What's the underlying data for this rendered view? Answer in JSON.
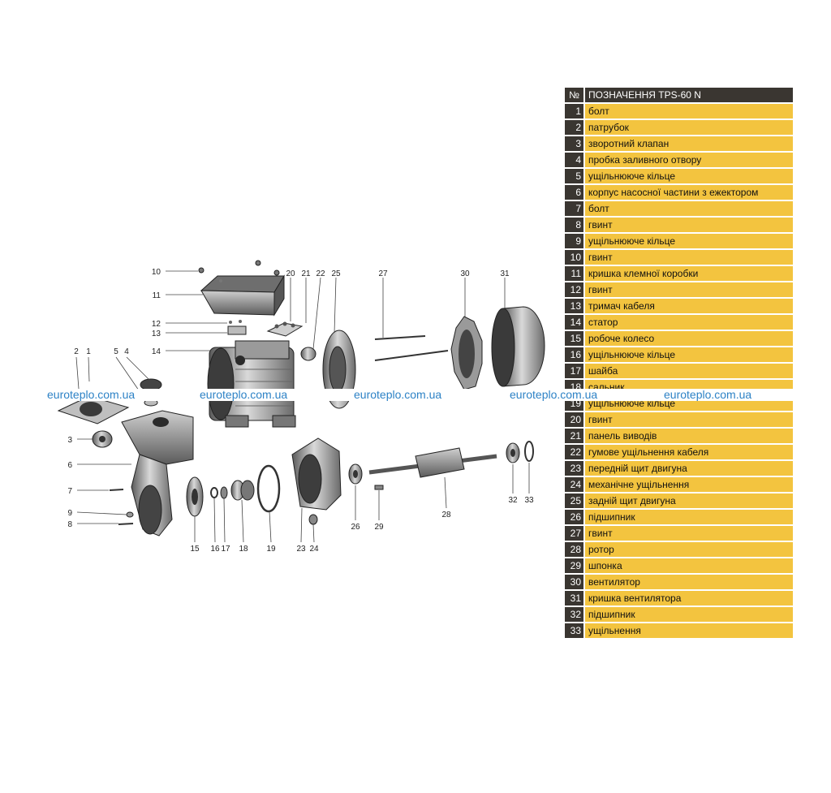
{
  "legend": {
    "header_num": "№",
    "header_title": "ПОЗНАЧЕННЯ TPS-60 N",
    "rows": [
      {
        "num": "1",
        "text": "болт"
      },
      {
        "num": "2",
        "text": "патрубок"
      },
      {
        "num": "3",
        "text": "зворотний клапан"
      },
      {
        "num": "4",
        "text": "пробка заливного отвору"
      },
      {
        "num": "5",
        "text": "ущільнююче кільце"
      },
      {
        "num": "6",
        "text": "корпус насосної частини з ежектором"
      },
      {
        "num": "7",
        "text": "болт"
      },
      {
        "num": "8",
        "text": "гвинт"
      },
      {
        "num": "9",
        "text": "ущільнююче кільце"
      },
      {
        "num": "10",
        "text": "гвинт"
      },
      {
        "num": "11",
        "text": "кришка клемної коробки"
      },
      {
        "num": "12",
        "text": "гвинт"
      },
      {
        "num": "13",
        "text": "тримач кабеля"
      },
      {
        "num": "14",
        "text": "статор"
      },
      {
        "num": "15",
        "text": "робоче колесо"
      },
      {
        "num": "16",
        "text": "ущільнююче кільце"
      },
      {
        "num": "17",
        "text": "шайба"
      },
      {
        "num": "18",
        "text": "сальник"
      },
      {
        "num": "19",
        "text": "ущільнююче кільце"
      },
      {
        "num": "20",
        "text": "гвинт"
      },
      {
        "num": "21",
        "text": "панель виводів"
      },
      {
        "num": "22",
        "text": "гумове ущільнення кабеля"
      },
      {
        "num": "23",
        "text": "передній щит двигуна"
      },
      {
        "num": "24",
        "text": "механічне ущільнення"
      },
      {
        "num": "25",
        "text": "задній щит двигуна"
      },
      {
        "num": "26",
        "text": "підшипник"
      },
      {
        "num": "27",
        "text": "гвинт"
      },
      {
        "num": "28",
        "text": "ротор"
      },
      {
        "num": "29",
        "text": "шпонка"
      },
      {
        "num": "30",
        "text": "вентилятор"
      },
      {
        "num": "31",
        "text": "кришка вентилятора"
      },
      {
        "num": "32",
        "text": "підшипник"
      },
      {
        "num": "33",
        "text": "ущільнення"
      }
    ]
  },
  "callouts": [
    "10",
    "11",
    "12",
    "13",
    "14",
    "2",
    "1",
    "5",
    "4",
    "3",
    "6",
    "7",
    "9",
    "8",
    "15",
    "16",
    "17",
    "18",
    "19",
    "23",
    "24",
    "20",
    "21",
    "22",
    "25",
    "27",
    "30",
    "31",
    "26",
    "29",
    "28",
    "32",
    "33"
  ],
  "watermark": {
    "text": "euroteplo.com.ua",
    "repeat": 5,
    "color": "#2d82c6"
  },
  "colors": {
    "legend_dark": "#3a3631",
    "legend_yellow": "#f3c43f"
  }
}
